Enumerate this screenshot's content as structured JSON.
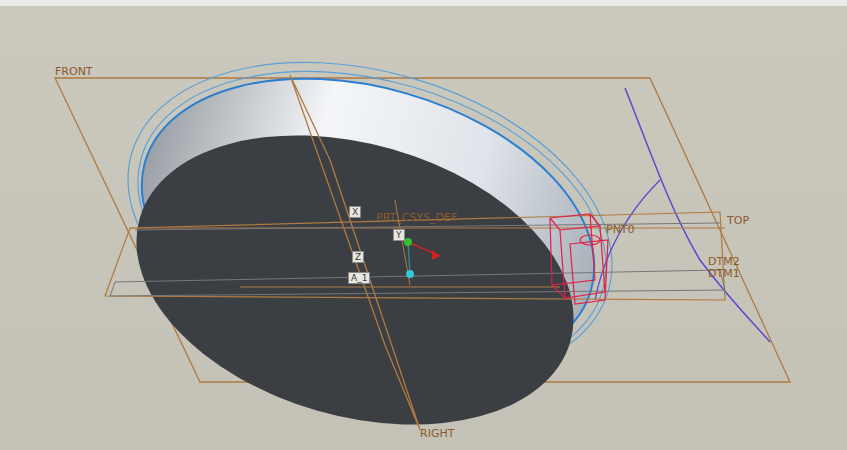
{
  "diagram": {
    "labels": [
      "FRONT",
      "PRT_CSYS_DEF",
      "X",
      "Y",
      "Z",
      "A_1",
      "PNT0",
      "TOP",
      "DTM2",
      "DTM1",
      "RIGHT"
    ]
  }
}
